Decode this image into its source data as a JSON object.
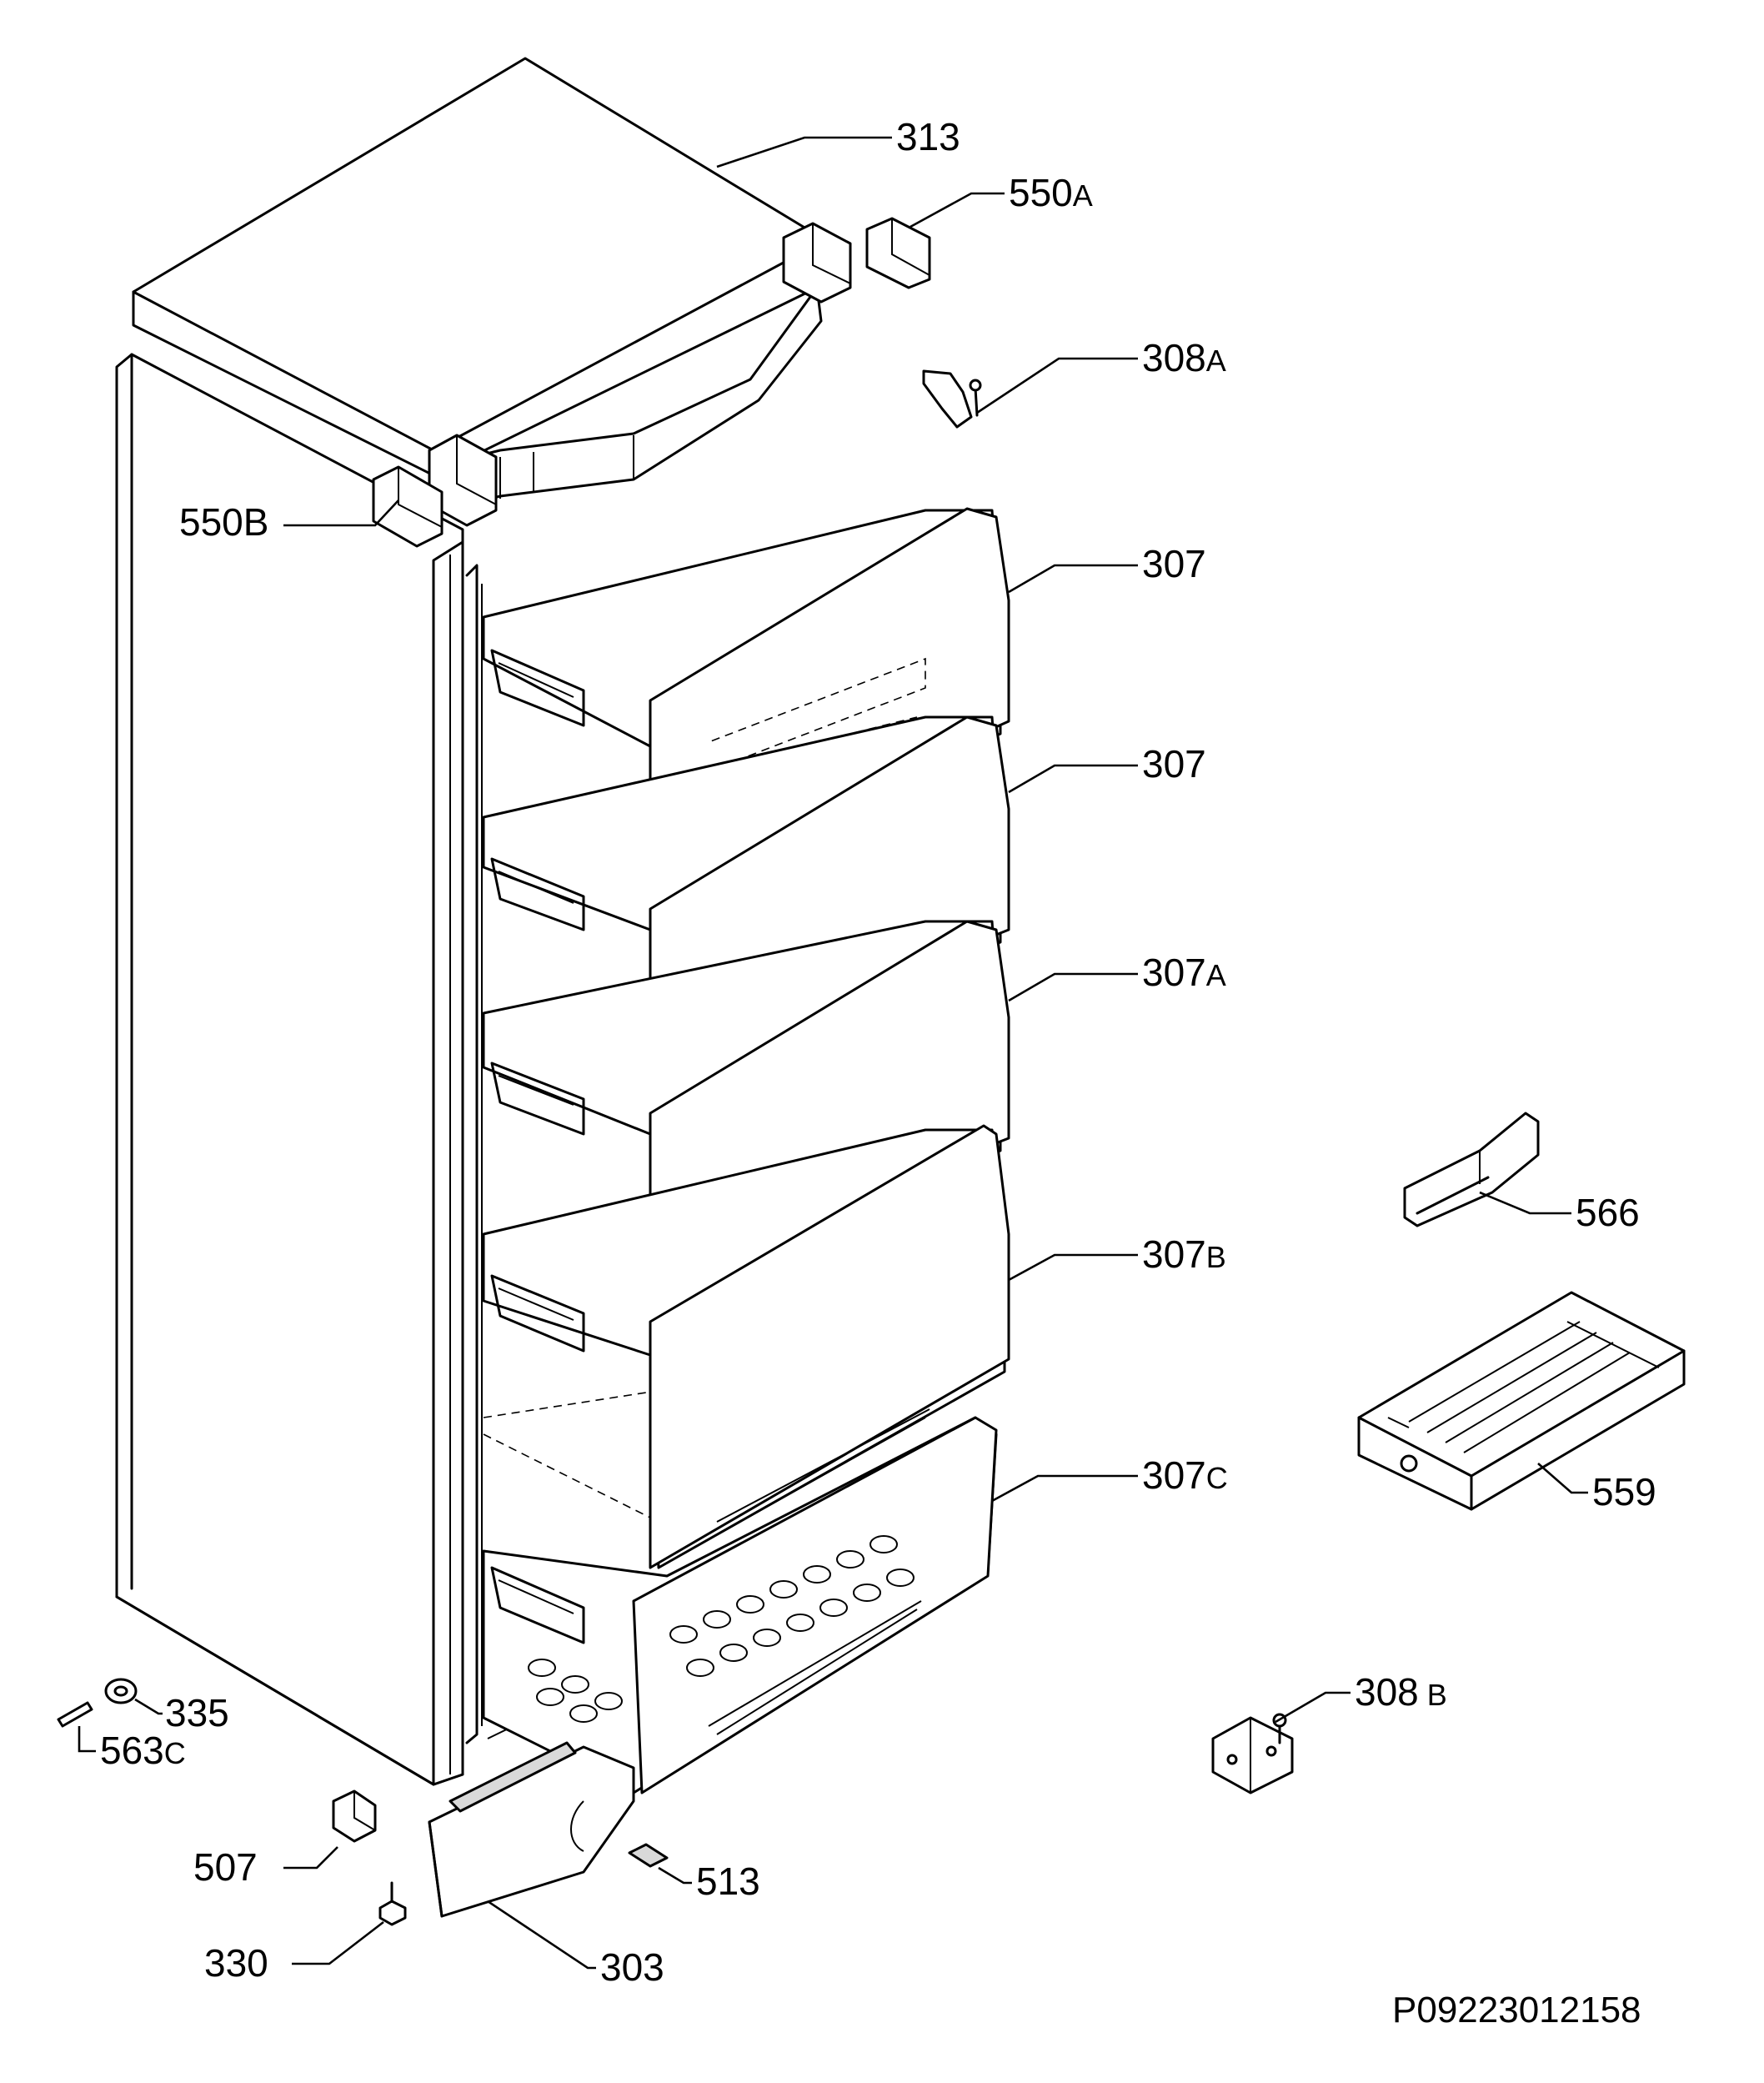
{
  "diagram": {
    "drawing_number": "P09223012158",
    "callouts": [
      {
        "id": "313",
        "num": "313",
        "suffix": ""
      },
      {
        "id": "550A",
        "num": "550",
        "suffix": "A"
      },
      {
        "id": "308A",
        "num": "308",
        "suffix": "A"
      },
      {
        "id": "550B",
        "num": "550B",
        "suffix": ""
      },
      {
        "id": "307-top",
        "num": "307",
        "suffix": ""
      },
      {
        "id": "307-second",
        "num": "307",
        "suffix": ""
      },
      {
        "id": "307A",
        "num": "307",
        "suffix": "A"
      },
      {
        "id": "307B",
        "num": "307",
        "suffix": "B"
      },
      {
        "id": "307C",
        "num": "307",
        "suffix": "C"
      },
      {
        "id": "566",
        "num": "566",
        "suffix": ""
      },
      {
        "id": "559",
        "num": "559",
        "suffix": ""
      },
      {
        "id": "308B",
        "num": "308",
        "suffix": " B"
      },
      {
        "id": "335",
        "num": "335",
        "suffix": ""
      },
      {
        "id": "563C",
        "num": "563",
        "suffix": "C"
      },
      {
        "id": "507",
        "num": "507",
        "suffix": ""
      },
      {
        "id": "513",
        "num": "513",
        "suffix": ""
      },
      {
        "id": "330",
        "num": "330",
        "suffix": ""
      },
      {
        "id": "303",
        "num": "303",
        "suffix": ""
      }
    ]
  }
}
